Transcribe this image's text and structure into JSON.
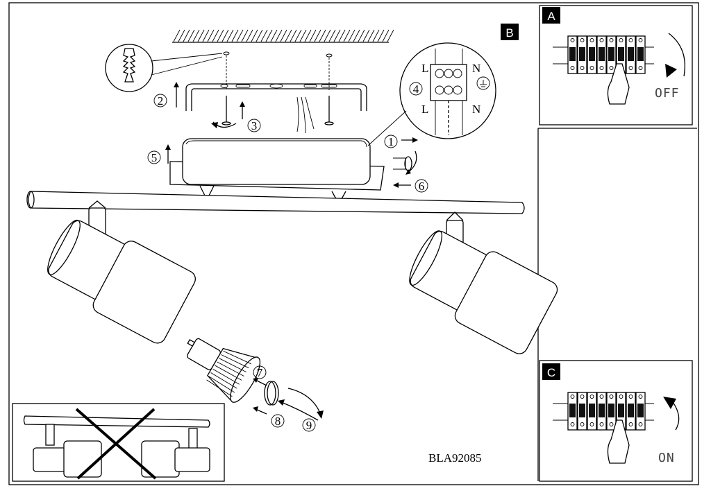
{
  "panels": {
    "main": {
      "letter": "B"
    },
    "top_right": {
      "letter": "A",
      "state": "OFF"
    },
    "bottom_right": {
      "letter": "C",
      "state": "ON"
    }
  },
  "steps": [
    "1",
    "2",
    "3",
    "4",
    "5",
    "6",
    "7",
    "8",
    "9"
  ],
  "wiring": {
    "top_left": "L",
    "top_right": "N",
    "bottom_left": "L",
    "bottom_right": "N"
  },
  "model_code": "BLA92085"
}
